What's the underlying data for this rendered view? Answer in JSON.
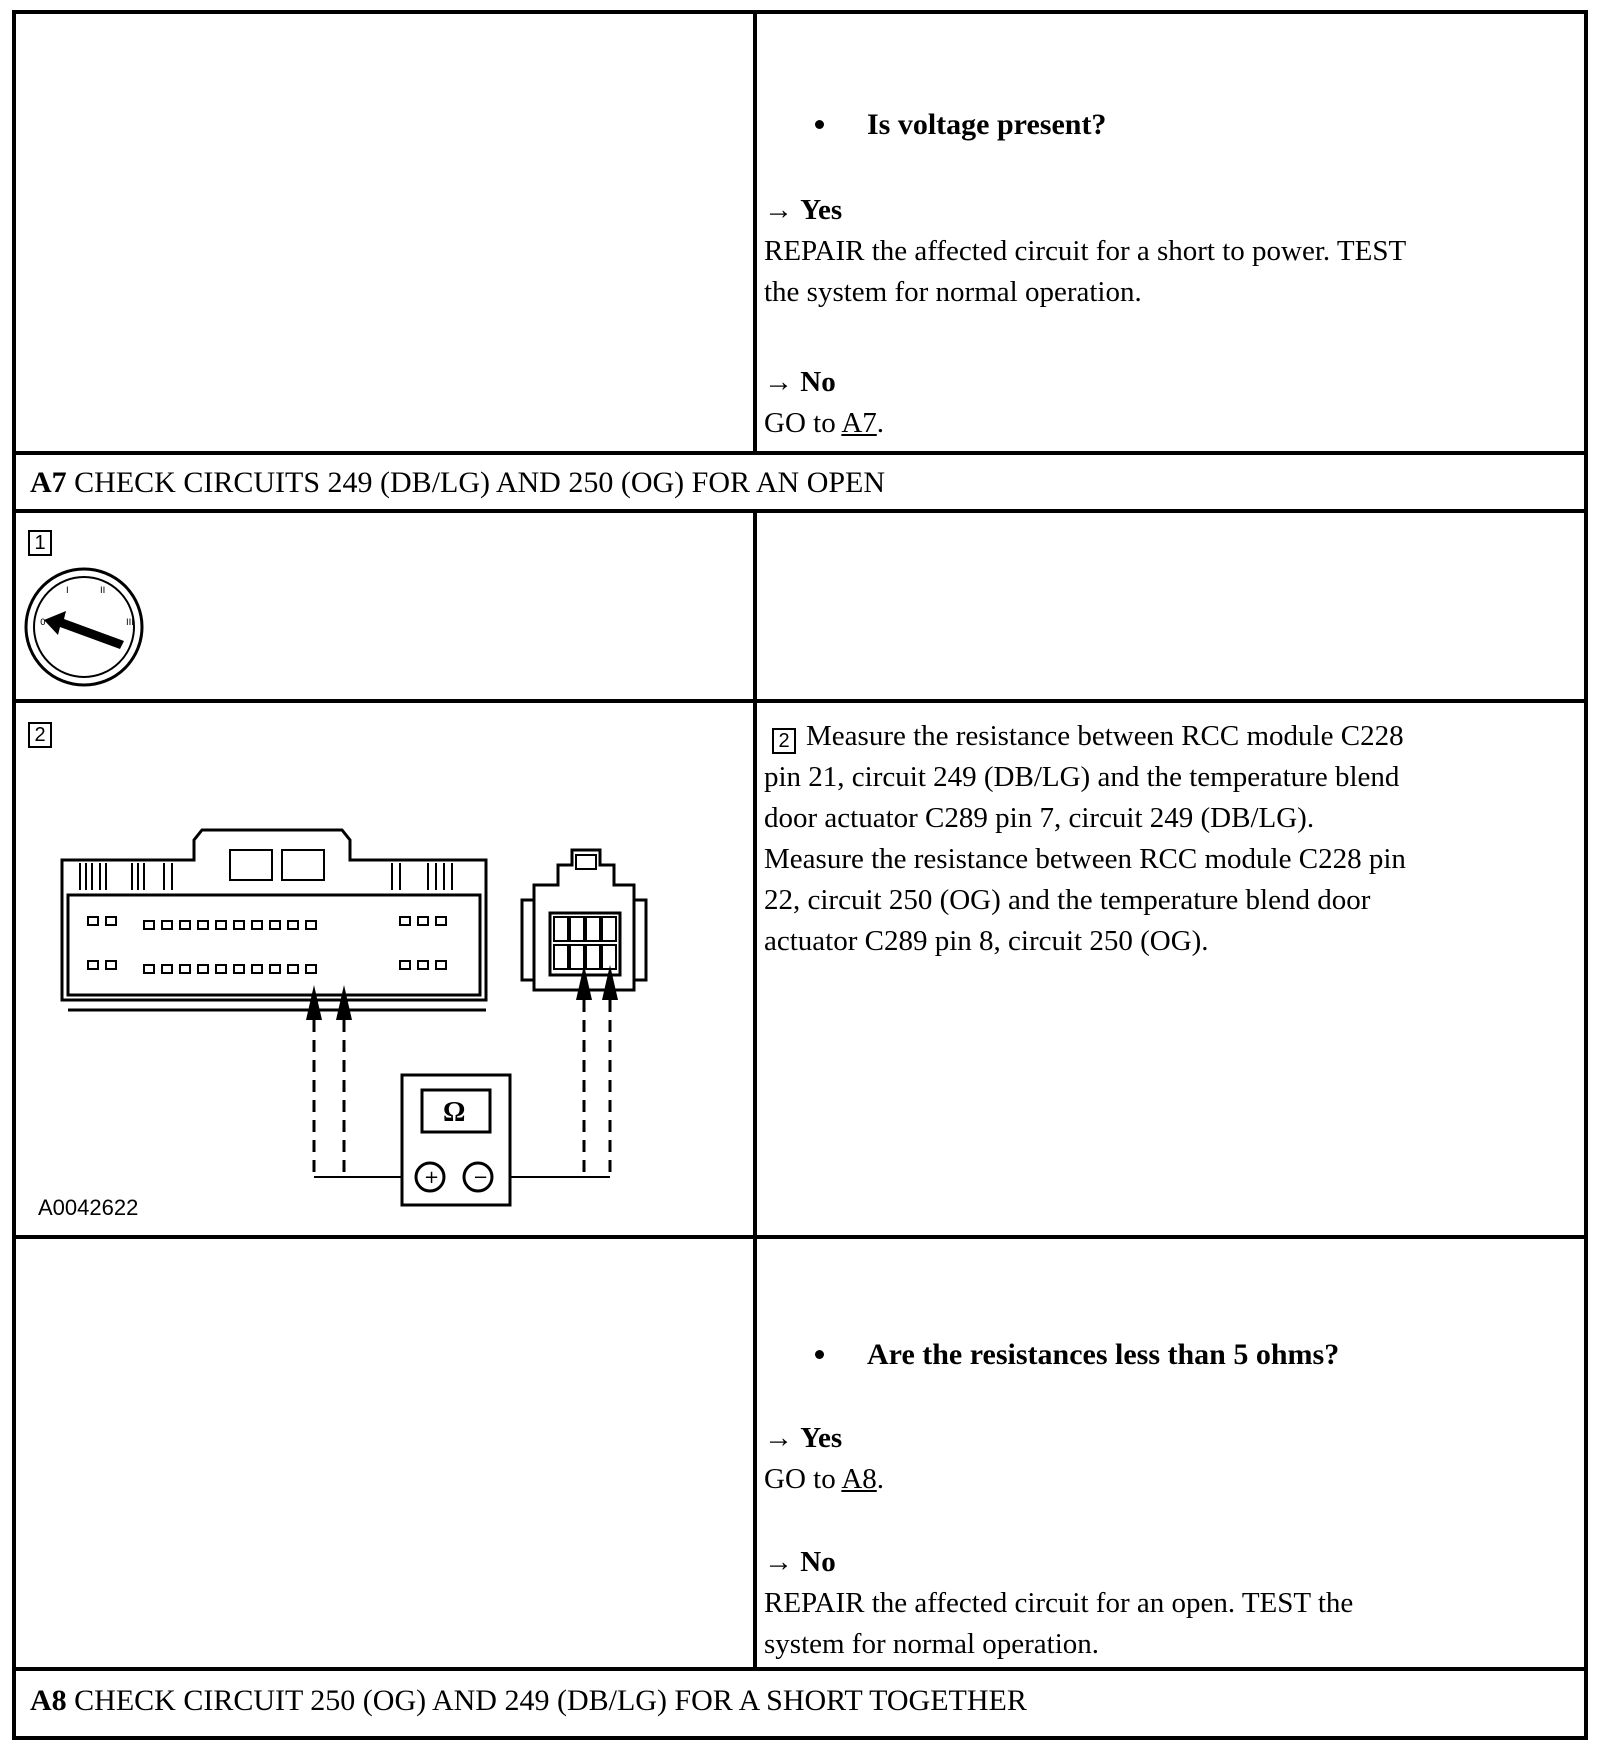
{
  "row1": {
    "question": "Is voltage present?",
    "yes_label": "Yes",
    "yes_text_line1": "REPAIR the affected circuit for a short to power. TEST",
    "yes_text_line2": "the system for normal operation.",
    "no_label": "No",
    "no_text_prefix": "GO to ",
    "no_link": "A7",
    "no_text_suffix": "."
  },
  "section_a7": {
    "code": "A7",
    "title": "CHECK CIRCUITS 249 (DB/LG) AND 250 (OG) FOR AN OPEN"
  },
  "step1": {
    "number": "1",
    "icon": "ignition-off-icon"
  },
  "step2": {
    "number": "2",
    "diagram_code": "A0042622",
    "meter_symbol": "Ω",
    "instruction_lines": [
      "Measure the resistance between RCC module C228",
      "pin 21, circuit 249 (DB/LG) and the temperature blend",
      "door actuator C289 pin 7, circuit 249 (DB/LG).",
      "Measure the resistance between RCC module C228 pin",
      "22, circuit 250 (OG) and the temperature blend door",
      "actuator C289 pin 8, circuit 250 (OG)."
    ]
  },
  "row4": {
    "question": "Are the resistances less than 5 ohms?",
    "yes_label": "Yes",
    "yes_text_prefix": "GO to ",
    "yes_link": "A8",
    "yes_text_suffix": ".",
    "no_label": "No",
    "no_text_line1": "REPAIR the affected circuit for an open. TEST the",
    "no_text_line2": "system for normal operation."
  },
  "section_a8": {
    "code": "A8",
    "title": "CHECK CIRCUIT 250 (OG) AND 249 (DB/LG) FOR A SHORT TOGETHER"
  },
  "arrow_glyph": "→"
}
